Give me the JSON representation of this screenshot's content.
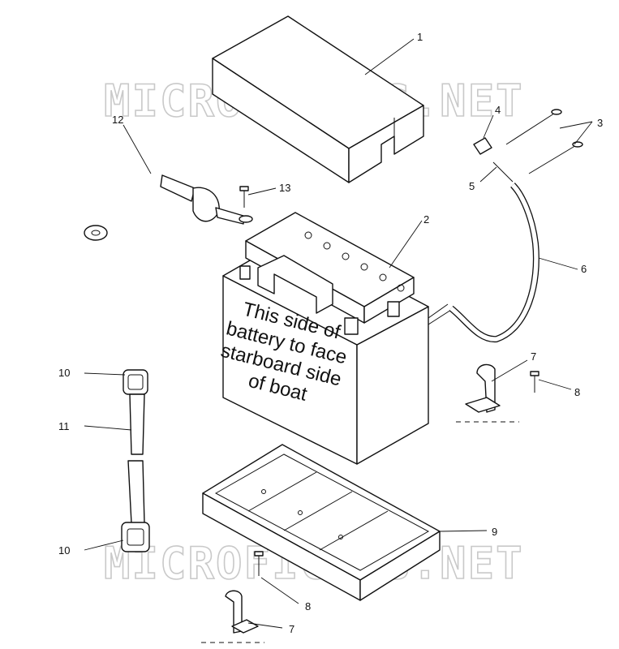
{
  "watermark": {
    "text": "MICROFICHES.NET"
  },
  "battery_label": {
    "lines": [
      "This side of",
      "battery to face",
      "starboard side",
      "of boat"
    ]
  },
  "callouts": [
    {
      "id": "c1",
      "text": "1"
    },
    {
      "id": "c2",
      "text": "2"
    },
    {
      "id": "c3",
      "text": "3"
    },
    {
      "id": "c4",
      "text": "4"
    },
    {
      "id": "c5",
      "text": "5"
    },
    {
      "id": "c6",
      "text": "6"
    },
    {
      "id": "c7a",
      "text": "7"
    },
    {
      "id": "c8a",
      "text": "8"
    },
    {
      "id": "c9",
      "text": "9"
    },
    {
      "id": "c10a",
      "text": "10"
    },
    {
      "id": "c11",
      "text": "11"
    },
    {
      "id": "c10b",
      "text": "10"
    },
    {
      "id": "c12",
      "text": "12"
    },
    {
      "id": "c13",
      "text": "13"
    },
    {
      "id": "c8b",
      "text": "8"
    },
    {
      "id": "c7b",
      "text": "7"
    }
  ]
}
